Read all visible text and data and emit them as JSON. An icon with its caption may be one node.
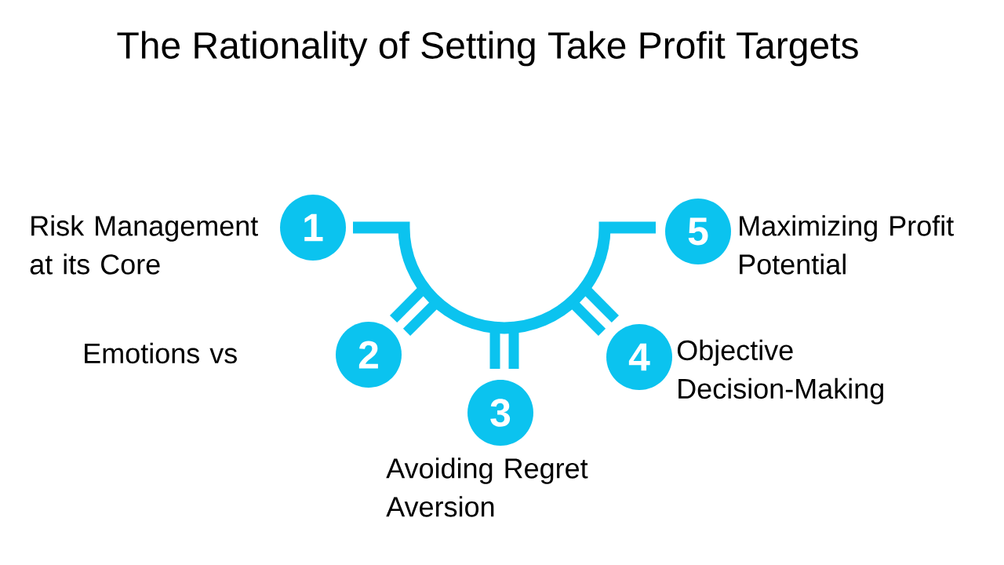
{
  "diagram": {
    "title": "The Rationality of Setting Take Profit Targets",
    "nodes": [
      {
        "text": [
          "1"
        ],
        "beside": [
          "Risk Management at its Core"
        ]
      },
      {
        "text": [
          "2"
        ],
        "beside": [
          "Emotions vs"
        ]
      },
      {
        "text": [
          "3"
        ],
        "beside": [
          "Avoiding Regret Aversion"
        ]
      },
      {
        "text": [
          "4"
        ],
        "beside": [
          "Objective Decision-Making"
        ]
      },
      {
        "text": [
          "5"
        ],
        "beside": [
          "Maximizing Profit Potential"
        ]
      }
    ]
  }
}
